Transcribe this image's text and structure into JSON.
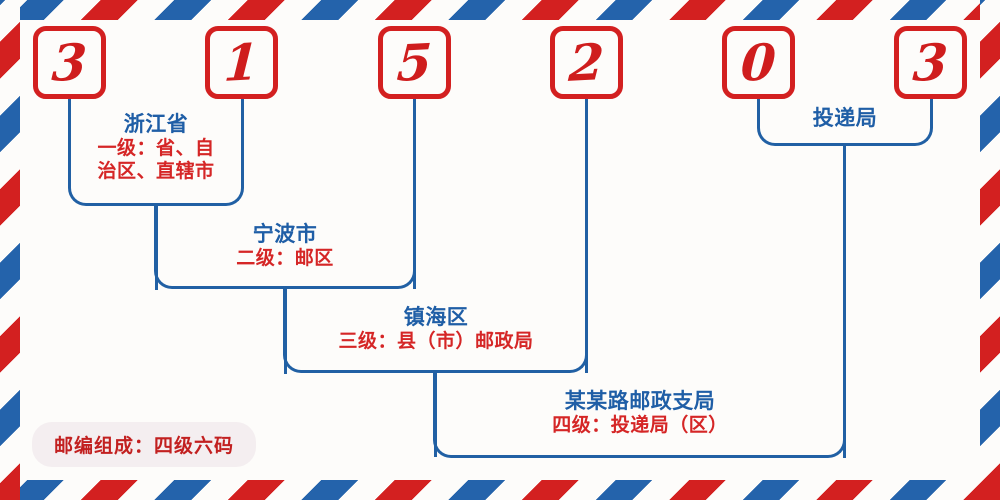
{
  "colors": {
    "stripe_red": "#d32020",
    "stripe_blue": "#2463ab",
    "box_border_red": "#d32020",
    "digit_red": "#cf1d1d",
    "connector_blue": "#2160a4",
    "title_blue": "#1f5ea6",
    "subtitle_red": "#d52626",
    "badge_bg": "#f4eef0",
    "badge_text": "#c22020",
    "paper": "#fdfcfa"
  },
  "postcode": {
    "digits": [
      "3",
      "1",
      "5",
      "2",
      "0",
      "3"
    ],
    "full": "315203"
  },
  "levels": [
    {
      "id": "level-1",
      "title": "浙江省",
      "subtitle_line_1": "一级：省、自",
      "subtitle_line_2": "治区、直辖市"
    },
    {
      "id": "level-2",
      "title": "宁波市",
      "subtitle": "二级：邮区"
    },
    {
      "id": "level-3",
      "title": "镇海区",
      "subtitle": "三级：县（市）邮政局"
    },
    {
      "id": "level-4",
      "title": "某某路邮政支局",
      "subtitle": "四级：投递局（区）"
    }
  ],
  "delivery_office": {
    "title": "投递局"
  },
  "badge": {
    "text": "邮编组成：四级六码"
  }
}
